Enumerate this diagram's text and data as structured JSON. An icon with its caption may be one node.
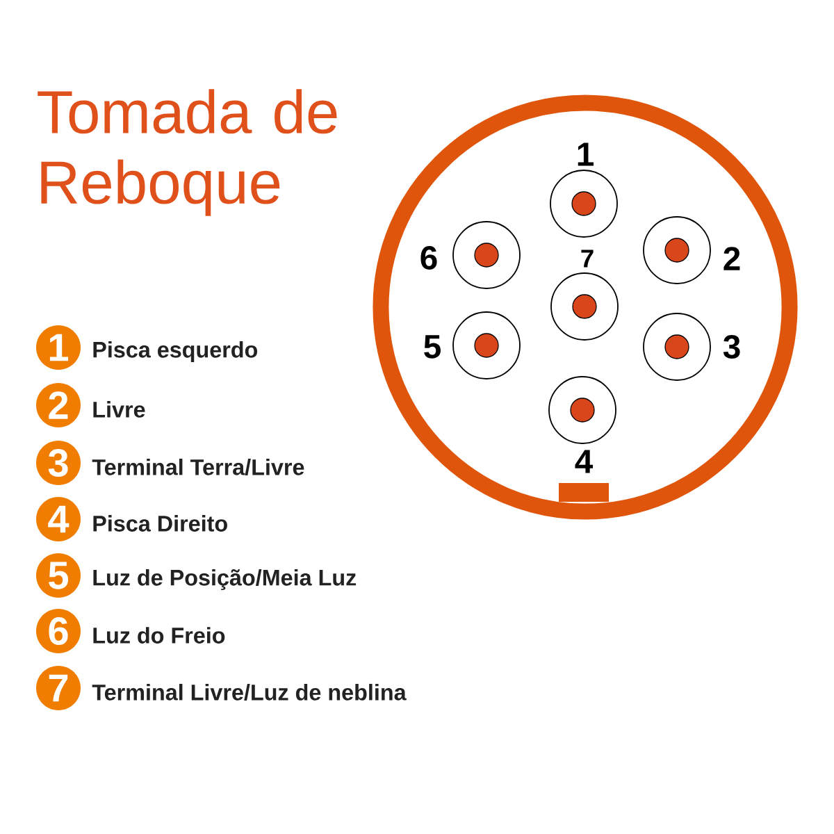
{
  "diagram": {
    "title": "Tomada de Reboque",
    "nodes": [
      {
        "text": [],
        "shape": "circle"
      },
      {
        "text": [],
        "shape": "circle",
        "in": 0,
        "beside": [
          "1"
        ]
      },
      {
        "text": [],
        "shape": "circle",
        "in": 0,
        "beside": [
          "6"
        ]
      },
      {
        "text": [],
        "shape": "circle",
        "in": 0,
        "beside": [
          "2"
        ]
      },
      {
        "text": [],
        "shape": "circle",
        "in": 0,
        "beside": [
          "7"
        ]
      },
      {
        "text": [],
        "shape": "circle",
        "in": 0,
        "beside": [
          "5"
        ]
      },
      {
        "text": [],
        "shape": "circle",
        "in": 0,
        "beside": [
          "3"
        ]
      },
      {
        "text": [],
        "shape": "circle",
        "in": 0,
        "beside": [
          "4"
        ]
      }
    ],
    "labels": [
      "1",
      "Pisca esquerdo",
      "2",
      "Livre",
      "3",
      "Terminal Terra/Livre",
      "4",
      "Pisca Direito",
      "5",
      "Luz de Posição/Meia Luz",
      "6",
      "Luz do Freio",
      "7",
      "Terminal Livre/Luz de neblina"
    ]
  }
}
